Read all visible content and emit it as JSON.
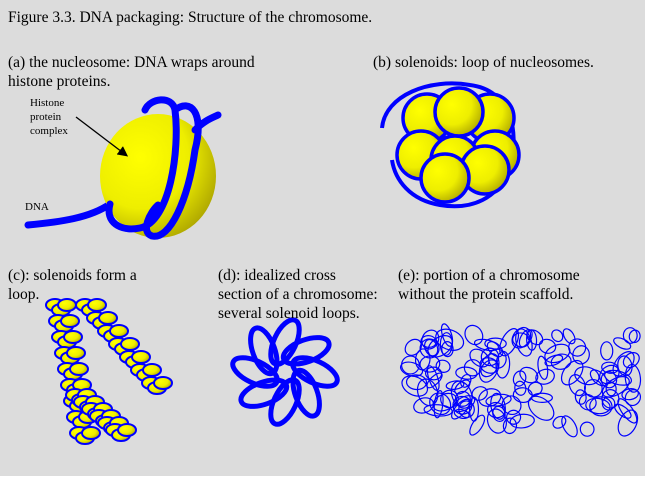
{
  "figure_title": "Figure 3.3. DNA packaging:  Structure of the chromosome.",
  "panels": {
    "a": {
      "caption_line1": "(a) the nucleosome: DNA wraps around",
      "caption_line2": "histone proteins.",
      "label_histone_1": "Histone",
      "label_histone_2": "protein",
      "label_histone_3": "complex",
      "label_dna": "DNA"
    },
    "b": {
      "caption": "(b) solenoids: loop of nucleosomes."
    },
    "c": {
      "caption_line1": "(c): solenoids form a",
      "caption_line2": "loop."
    },
    "d": {
      "caption_line1": "(d): idealized cross",
      "caption_line2": "section of a chromosome:",
      "caption_line3": "several solenoid loops."
    },
    "e": {
      "caption_line1": "(e): portion of a chromosome",
      "caption_line2": "without the protein scaffold."
    }
  },
  "colors": {
    "dna": "#0000ff",
    "histone": "#ffff00",
    "histone_shade": "#b8b000",
    "background": "#dcdcdc"
  }
}
